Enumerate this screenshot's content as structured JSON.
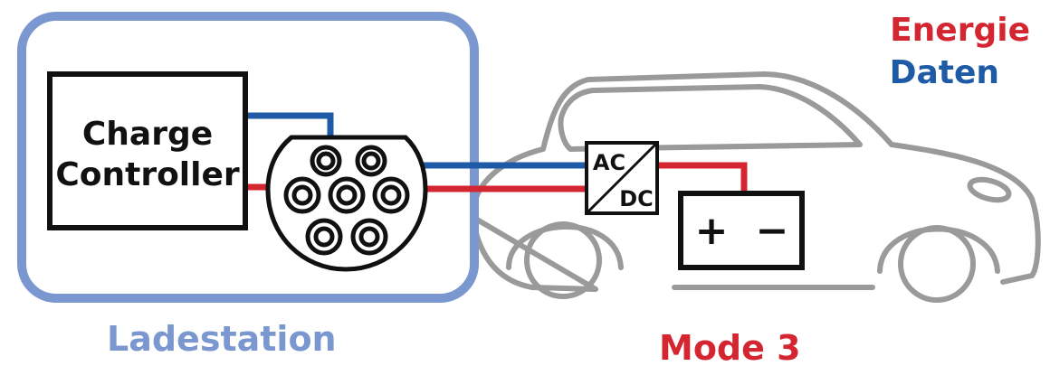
{
  "legend": {
    "energy_label": "Energie",
    "data_label": "Daten"
  },
  "station": {
    "label": "Ladestation",
    "controller_line1": "Charge",
    "controller_line2": "Controller"
  },
  "vehicle": {
    "mode_label": "Mode 3",
    "converter_top": "AC",
    "converter_bottom": "DC",
    "battery_plus": "+",
    "battery_minus": "−"
  },
  "colors": {
    "energy": "#d42631",
    "data": "#1f5aa6",
    "station_frame": "#7a97cf",
    "car_outline": "#9a9a9a",
    "black": "#111111"
  }
}
